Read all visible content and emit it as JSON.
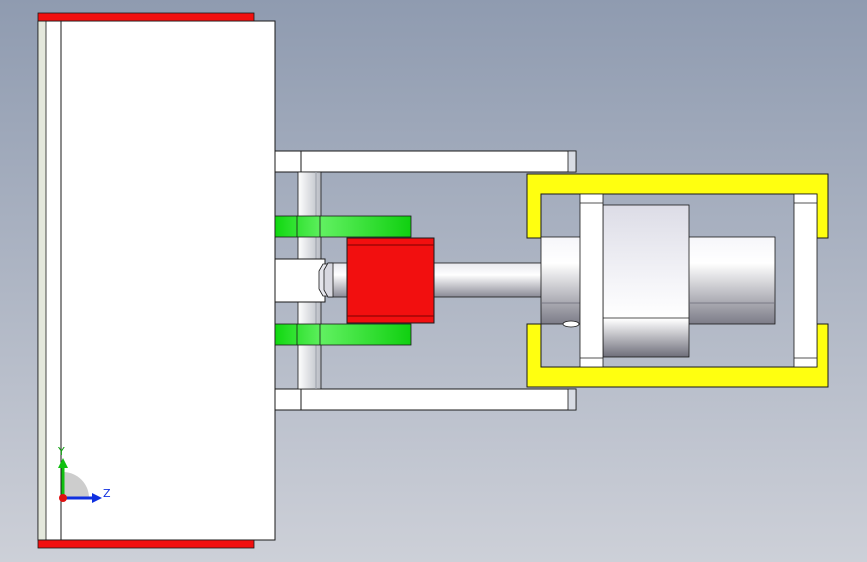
{
  "window": {
    "background_top": "#8f9bb0",
    "background_bottom": "#cdd0d8"
  },
  "colors": {
    "red_part": "#f20f0f",
    "green_part": "#10d810",
    "yellow_part": "#ffff10",
    "white_part": "#ffffff",
    "outline": "#1a1a1a",
    "axis_x": "#e01010",
    "axis_y": "#10c010",
    "axis_z": "#1030e0"
  },
  "triad": {
    "y_label": "Y",
    "z_label": "Z"
  },
  "parts": [
    {
      "name": "base-plate",
      "color": "white"
    },
    {
      "name": "base-plate-top-strip",
      "color": "red"
    },
    {
      "name": "base-plate-bottom-strip",
      "color": "red"
    },
    {
      "name": "frame-bar-top",
      "color": "white"
    },
    {
      "name": "frame-bar-bottom",
      "color": "white"
    },
    {
      "name": "green-bracket-top",
      "color": "green"
    },
    {
      "name": "green-bracket-bottom",
      "color": "green"
    },
    {
      "name": "red-block",
      "color": "red"
    },
    {
      "name": "piston-rod",
      "color": "gray"
    },
    {
      "name": "yellow-cylinder-frame",
      "color": "yellow"
    },
    {
      "name": "cylinder-body",
      "color": "gray"
    }
  ]
}
